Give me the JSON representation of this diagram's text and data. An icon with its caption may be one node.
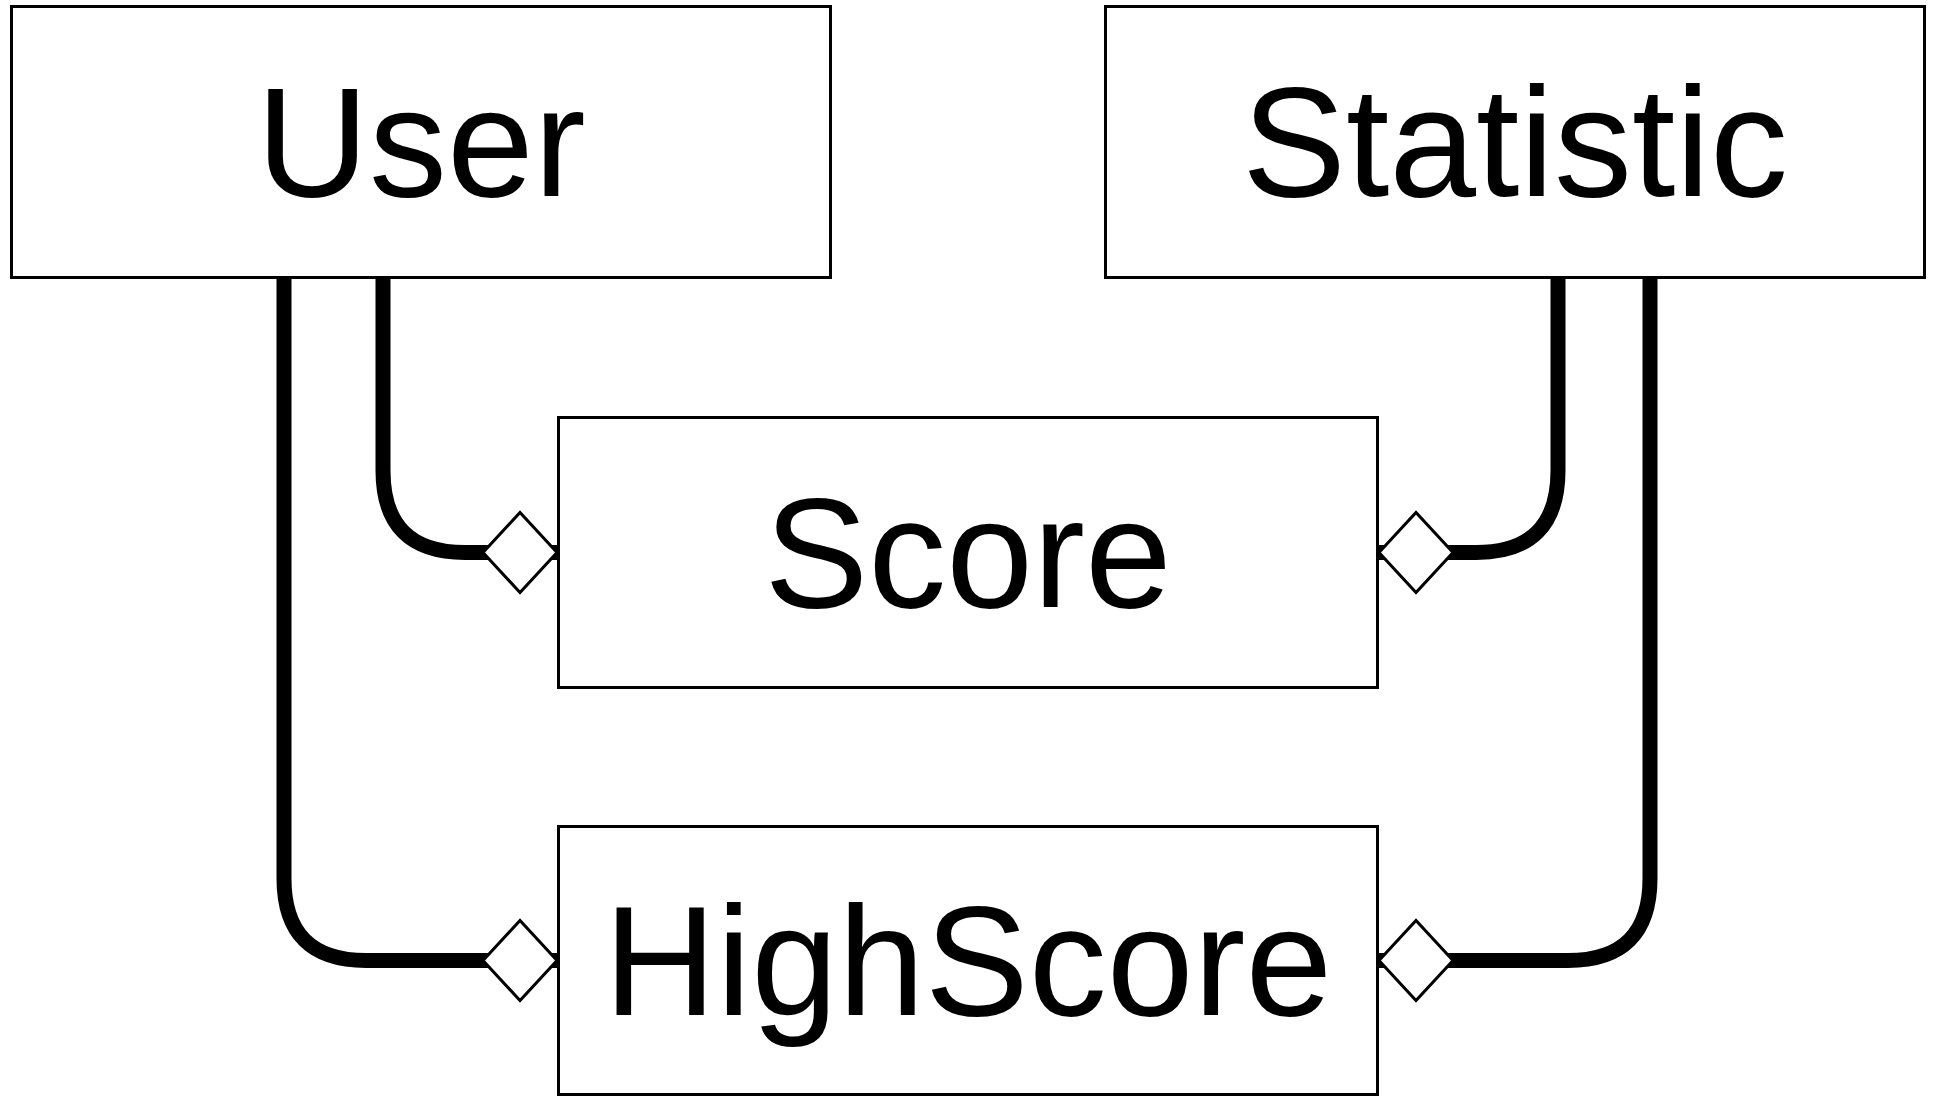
{
  "diagram": {
    "nodes": [
      {
        "text": [
          "User"
        ]
      },
      {
        "text": [
          "Statistic"
        ]
      },
      {
        "text": [
          "Score"
        ]
      },
      {
        "text": [
          "HighScore"
        ]
      }
    ],
    "edges": [
      {
        "from": 0,
        "to": 2,
        "arrow": "other"
      },
      {
        "from": 0,
        "to": 3,
        "arrow": "other"
      },
      {
        "from": 1,
        "to": 2,
        "arrow": "other"
      },
      {
        "from": 1,
        "to": 3,
        "arrow": "other"
      }
    ]
  }
}
